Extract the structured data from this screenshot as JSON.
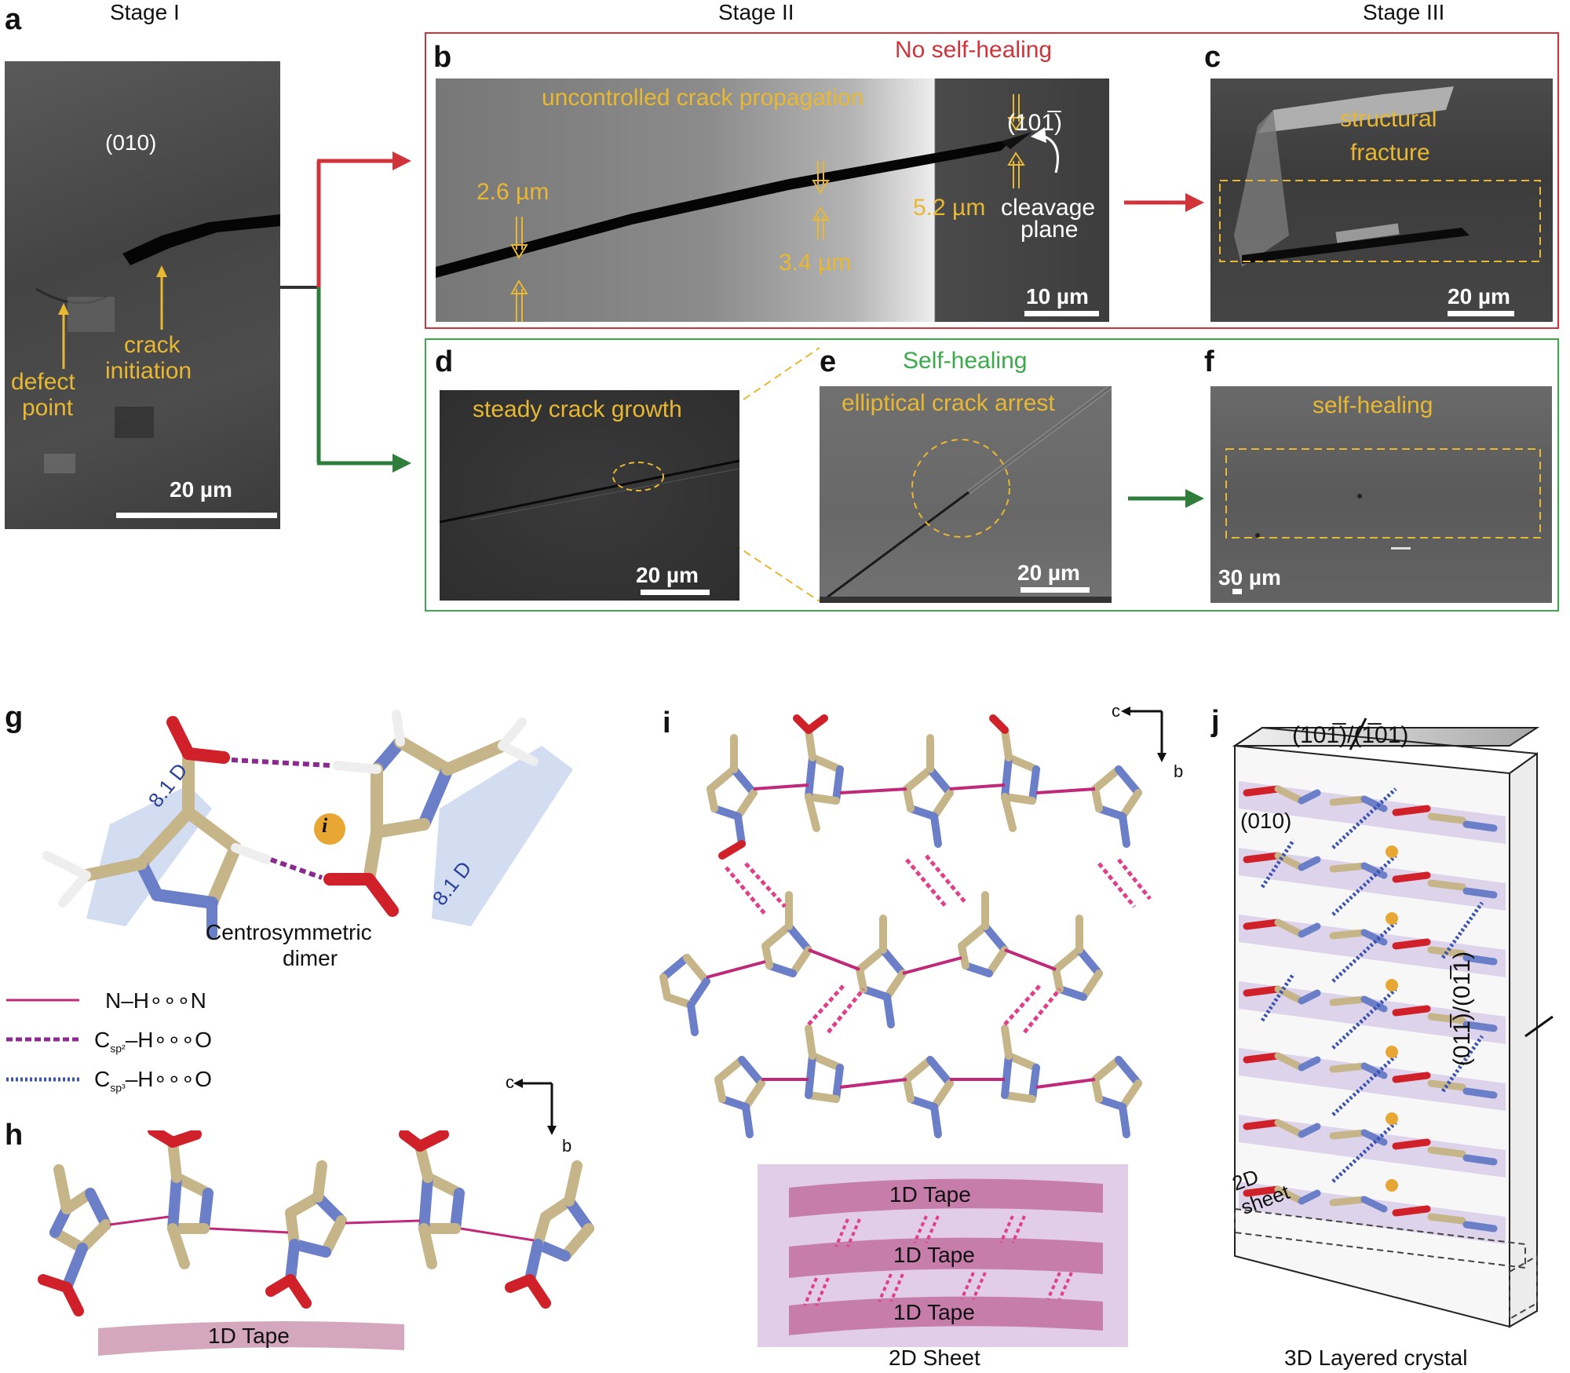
{
  "stages": {
    "stage1": "Stage I",
    "stage2": "Stage II",
    "stage3": "Stage III"
  },
  "panel_labels": {
    "a": "a",
    "b": "b",
    "c": "c",
    "d": "d",
    "e": "e",
    "f": "f",
    "g": "g",
    "h": "h",
    "i": "i",
    "j": "j"
  },
  "panel_a": {
    "plane": "(010)",
    "crack_initiation_1": "crack",
    "crack_initiation_2": "initiation",
    "defect_1": "defect",
    "defect_2": "point",
    "scale": "20 µm"
  },
  "row_no_heal": {
    "title": "No self-healing",
    "title_color": "#d0333a"
  },
  "panel_b": {
    "caption": "uncontrolled crack propagation",
    "w1": "2.6 µm",
    "w2": "3.4 µm",
    "w3": "5.2 µm",
    "plane": "(101̅)",
    "cleavage_1": "cleavage",
    "cleavage_2": "plane",
    "scale": "10 µm"
  },
  "panel_c": {
    "caption_1": "structural",
    "caption_2": "fracture",
    "scale": "20 µm"
  },
  "row_heal": {
    "title": "Self-healing",
    "title_color": "#3aaa4a"
  },
  "panel_d": {
    "caption": "steady crack growth",
    "scale": "20 µm"
  },
  "panel_e": {
    "caption": "elliptical crack arrest",
    "scale": "20 µm"
  },
  "panel_f": {
    "caption": "self-healing",
    "scale": "30 µm"
  },
  "panel_g": {
    "dipole_1": "8.1 D",
    "dipole_2": "8.1 D",
    "inversion": "i",
    "dimer_1": "Centrosymmetric",
    "dimer_2": "dimer"
  },
  "legend": {
    "nhn": "N–H∘∘∘N",
    "csp2": "C",
    "csp2_sub": "sp²",
    "csp2_rest": "–H∘∘∘O",
    "csp3": "C",
    "csp3_sub": "sp³",
    "csp3_rest": "–H∘∘∘O"
  },
  "axes": {
    "c": "c",
    "b": "b"
  },
  "panel_h": {
    "tape": "1D Tape"
  },
  "panel_i": {
    "tape1": "1D Tape",
    "tape2": "1D Tape",
    "tape3": "1D Tape",
    "sheet": "2D Sheet"
  },
  "panel_j": {
    "top_face": "(101̅)/(1̅01)",
    "plane010": "(010)",
    "side_face": "(011̅)/(01̅1)",
    "sheet_1": "2D",
    "sheet_2": "sheet",
    "caption": "3D Layered crystal"
  },
  "colors": {
    "red_arrow": "#d0333a",
    "green_arrow": "#2f7d3a",
    "annotation_yellow": "#e8b832",
    "nhn_line": "#c0287a",
    "csp2_line": "#8a2a8f",
    "csp3_line": "#3a52b0"
  }
}
